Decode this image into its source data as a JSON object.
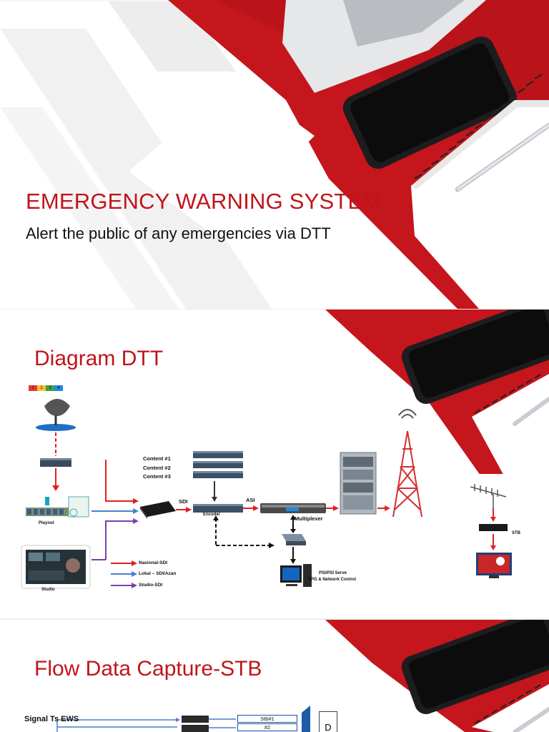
{
  "slide1": {
    "title": "EMERGENCY WARNING SYSTEM",
    "subtitle": "Alert the public of any emergencies via DTT"
  },
  "slide2": {
    "title": "Diagram DTT",
    "channel_numbers": [
      "1",
      "2",
      "3",
      "4"
    ],
    "labels": {
      "content1": "Content #1",
      "content2": "Content #2",
      "content3": "Content #3",
      "sdi": "SDI",
      "asi": "ASI",
      "encoder": "Encoder",
      "multiplexer": "Multiplexer",
      "playout": "Playout",
      "studio": "Studio",
      "stb": "STB",
      "psi_server": "PSI/PSI Serve",
      "epg_control": "EPG & Network Control"
    },
    "legend": [
      {
        "label": "Nasional-SDI",
        "color": "#e02020"
      },
      {
        "label": "Lokal – SDI/Azan",
        "color": "#4a7fd0"
      },
      {
        "label": "Studio-SDI",
        "color": "#7a3fb0"
      }
    ]
  },
  "slide3": {
    "title": "Flow Data Capture-STB",
    "signal_label": "Signal Ts EWS",
    "stb_boxes": [
      "Stb#1",
      "#2"
    ],
    "d_box": "D"
  }
}
